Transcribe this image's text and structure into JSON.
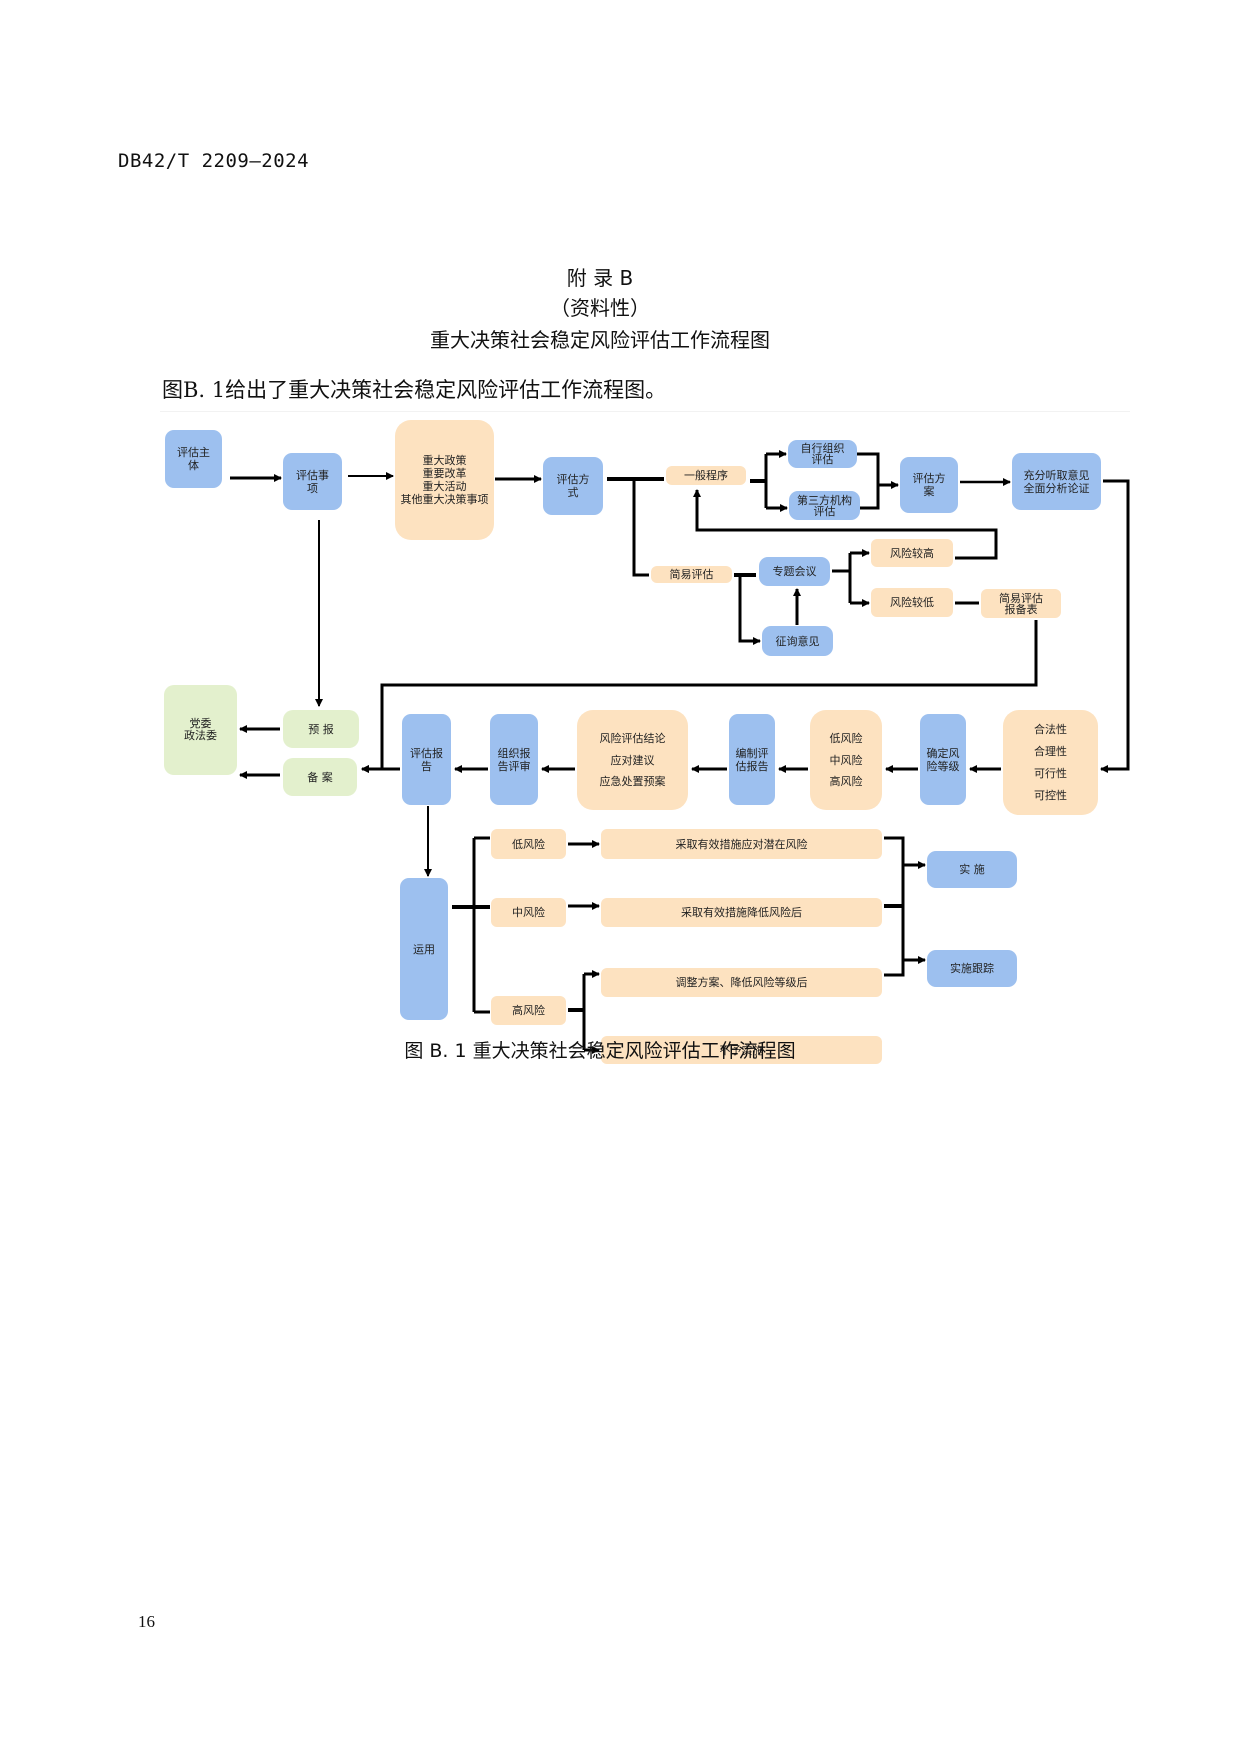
{
  "page": {
    "doc_id": "DB42/T 2209—2024",
    "appendix": "附 录 B",
    "appendix_type": "（资料性）",
    "title": "重大决策社会稳定风险评估工作流程图",
    "intro": "图B. 1给出了重大决策社会稳定风险评估工作流程图。",
    "caption": "图 B. 1  重大决策社会稳定风险评估工作流程图",
    "page_number": "16"
  },
  "flow": {
    "subject": "评估主\n体",
    "matter": "评估事\n项",
    "matter_types": [
      "重大政策",
      "重要改革",
      "重大活动",
      "其他重大决策事项"
    ],
    "method": "评估方\n式",
    "general_procedure": "一般程序",
    "self_organized": "自行组织\n评估",
    "third_party": "第三方机构\n评估",
    "plan": "评估方\n案",
    "analysis": "充分听取意见\n全面分析论证",
    "simple_eval": "简易评估",
    "special_meeting": "专题会议",
    "consultation": "征询意见",
    "risk_higher": "风险较高",
    "risk_lower": "风险较低",
    "simple_report_form": "简易评估\n报备表",
    "criteria": [
      "合法性",
      "合理性",
      "可行性",
      "可控性"
    ],
    "determine_level": "确定风\n险等级",
    "levels": [
      "低风险",
      "中风险",
      "高风险"
    ],
    "compile_report": "编制评\n估报告",
    "conclusions": [
      "风险评估结论",
      "应对建议",
      "应急处置预案"
    ],
    "organize_review": "组织报\n告评审",
    "eval_report": "评估报\n告",
    "pre_report": "预 报",
    "filing": "备 案",
    "party_committee": "党委\n政法委",
    "application": "运用",
    "app_low": "低风险",
    "app_mid": "中风险",
    "app_high": "高风险",
    "action_low": "采取有效措施应对潜在风险",
    "action_mid": "采取有效措施降低风险后",
    "action_high_adjust": "调整方案、降低风险等级后",
    "action_high_reject": "不予实施",
    "implement": "实  施",
    "implement_track": "实施跟踪"
  },
  "colors": {
    "blue_box": "#9dc0ef",
    "peach_box": "#fde2c0",
    "green_box": "#e3f0cd",
    "line": "#000000"
  }
}
